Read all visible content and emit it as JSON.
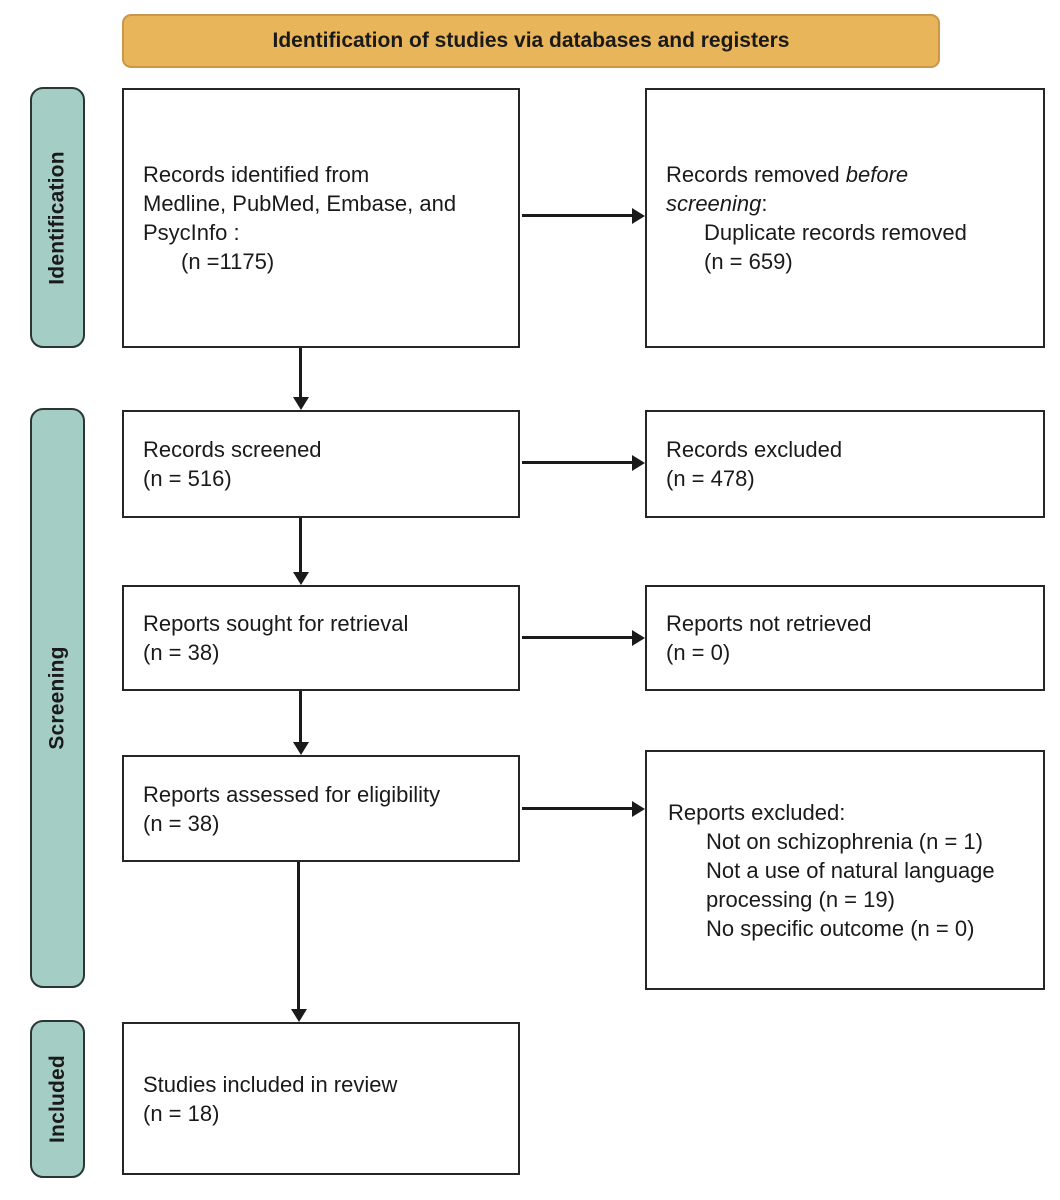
{
  "banner": {
    "title": "Identification of studies via databases and registers"
  },
  "colors": {
    "banner_bg": "#E9B55B",
    "banner_border": "#C9964A",
    "stage_bg": "#A4CDC5",
    "stage_border": "#2A3634",
    "box_border": "#262626",
    "ink": "#1A1A1A"
  },
  "stages": [
    {
      "label": "Identification"
    },
    {
      "label": "Screening"
    },
    {
      "label": "Included"
    }
  ],
  "boxes": {
    "records_identified": {
      "lines": [
        {
          "text": "Records identified from"
        },
        {
          "text": "Medline, PubMed, Embase, and"
        },
        {
          "text": "PsycInfo :"
        },
        {
          "text": "(n =1175)",
          "indent": true
        }
      ]
    },
    "records_removed": {
      "lines": [
        {
          "segments": [
            {
              "text": "Records removed ",
              "italic": false
            },
            {
              "text": "before",
              "italic": true
            }
          ]
        },
        {
          "segments": [
            {
              "text": "screening",
              "italic": true
            },
            {
              "text": ":",
              "italic": false
            }
          ]
        },
        {
          "text": "Duplicate records removed",
          "indent": true
        },
        {
          "text": "(n = 659)",
          "indent": true
        }
      ]
    },
    "records_screened": {
      "lines": [
        {
          "text": "Records screened"
        },
        {
          "text": "(n = 516)"
        }
      ]
    },
    "records_excluded": {
      "lines": [
        {
          "text": "Records excluded"
        },
        {
          "text": "(n = 478)"
        }
      ]
    },
    "reports_sought": {
      "lines": [
        {
          "text": "Reports sought for retrieval"
        },
        {
          "text": "(n = 38)"
        }
      ]
    },
    "reports_not_retrieved": {
      "lines": [
        {
          "text": "Reports not retrieved"
        },
        {
          "text": "(n = 0)"
        }
      ]
    },
    "reports_assessed": {
      "lines": [
        {
          "text": "Reports assessed for eligibility"
        },
        {
          "text": "(n = 38)"
        }
      ]
    },
    "reports_excluded": {
      "lines": [
        {
          "text": "Reports excluded:"
        },
        {
          "text": "Not on schizophrenia (n = 1)",
          "indent": true
        },
        {
          "text": "Not a use of natural language",
          "indent": true
        },
        {
          "text": "processing (n = 19)",
          "indent": true
        },
        {
          "text": "No specific outcome (n = 0)",
          "indent": true
        }
      ]
    },
    "studies_included": {
      "lines": [
        {
          "text": "Studies included in review"
        },
        {
          "text": "(n = 18)"
        }
      ]
    }
  }
}
